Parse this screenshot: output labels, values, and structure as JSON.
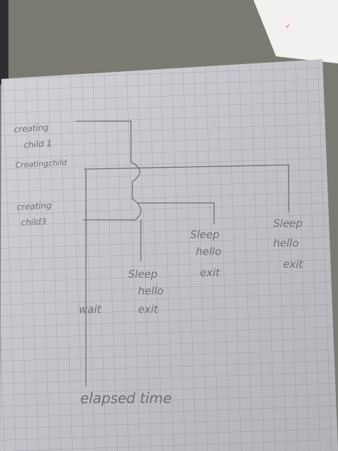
{
  "notes": {
    "creating_child_1_line1": "creating",
    "creating_child_1_line2": "child 1",
    "creating_child_2": "Creatingchild",
    "creating_child_3_line1": "creating",
    "creating_child_3_line2": "child3",
    "sleep_label": "Sleep",
    "hello_label": "hello",
    "exit_label": "exit",
    "wait_label": "wait",
    "elapsed_time_label": "elapsed time"
  },
  "colors": {
    "desk": "#7d7a70",
    "paper": "#e6e6ea",
    "grid": "#b9bccb",
    "pencil": "#6f6f78"
  }
}
